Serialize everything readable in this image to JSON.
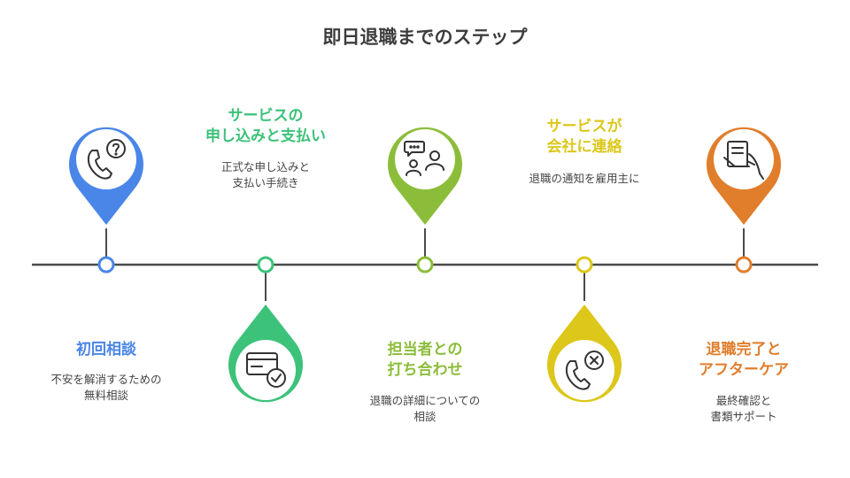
{
  "title": "即日退職までのステップ",
  "colors": {
    "line": "#4a4a4a",
    "step1": "#4a86e8",
    "step2": "#3dc27a",
    "step3": "#8cbd3a",
    "step4": "#dcc71a",
    "step5": "#e07e2c"
  },
  "steps": [
    {
      "title_lines": [
        "初回相談"
      ],
      "desc_lines": [
        "不安を解消するための",
        "無料相談"
      ],
      "icon": "phone-question-icon"
    },
    {
      "title_lines": [
        "サービスの",
        "申し込みと支払い"
      ],
      "desc_lines": [
        "正式な申し込みと",
        "支払い手続き"
      ],
      "icon": "credit-card-check-icon"
    },
    {
      "title_lines": [
        "担当者との",
        "打ち合わせ"
      ],
      "desc_lines": [
        "退職の詳細についての",
        "相談"
      ],
      "icon": "people-chat-icon"
    },
    {
      "title_lines": [
        "サービスが",
        "会社に連絡"
      ],
      "desc_lines": [
        "退職の通知を雇用主に"
      ],
      "icon": "phone-cancel-icon"
    },
    {
      "title_lines": [
        "退職完了と",
        "アフターケア"
      ],
      "desc_lines": [
        "最終確認と",
        "書類サポート"
      ],
      "icon": "document-hand-icon"
    }
  ]
}
